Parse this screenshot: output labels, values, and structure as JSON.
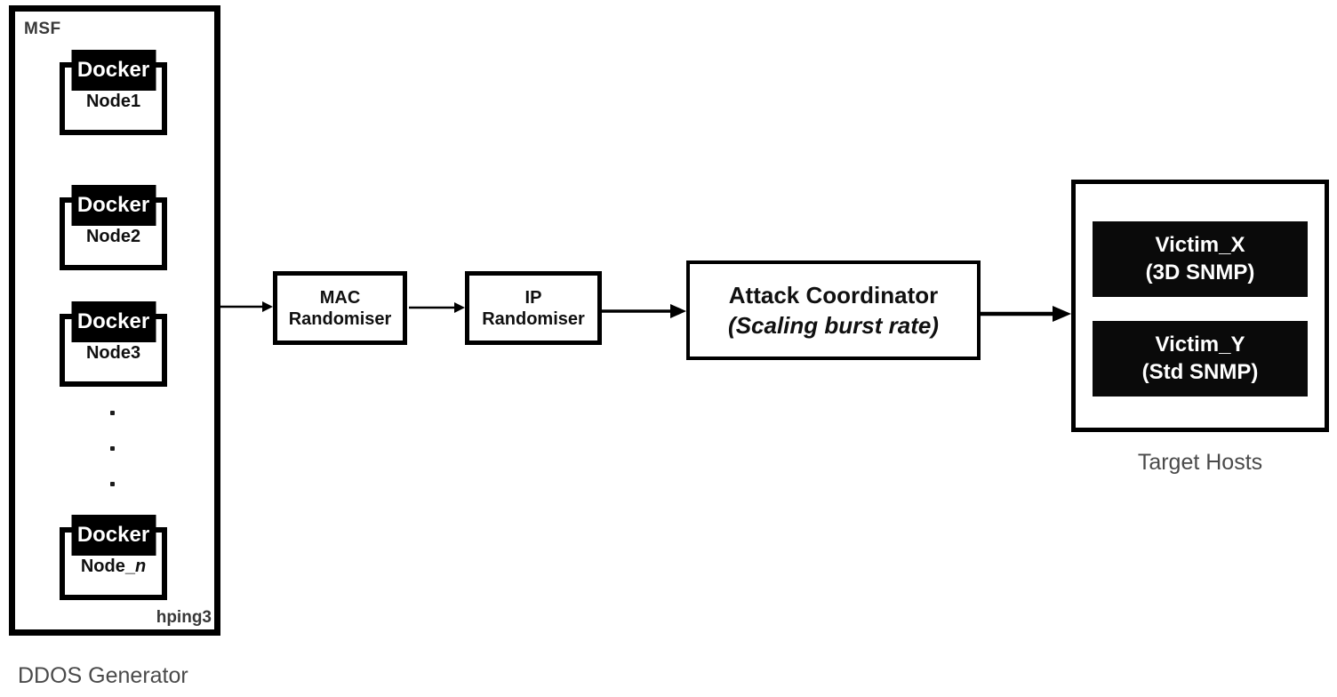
{
  "generator": {
    "title": "MSF",
    "tool": "hping3",
    "caption": "DDOS Generator",
    "nodes": [
      {
        "tab": "Docker",
        "name": "Node1",
        "name_italic": ""
      },
      {
        "tab": "Docker",
        "name": "Node2",
        "name_italic": ""
      },
      {
        "tab": "Docker",
        "name": "Node3",
        "name_italic": ""
      },
      {
        "tab": "Docker",
        "name": "Node_",
        "name_italic": "n"
      }
    ]
  },
  "pipeline": {
    "mac_randomiser": {
      "line1": "MAC",
      "line2": "Randomiser"
    },
    "ip_randomiser": {
      "line1": "IP",
      "line2": "Randomiser"
    },
    "attack_coordinator": {
      "line1": "Attack Coordinator",
      "line2": "(Scaling burst rate)"
    }
  },
  "targets": {
    "caption": "Target Hosts",
    "victims": [
      {
        "name": "Victim_X",
        "detail": "(3D SNMP)"
      },
      {
        "name": "Victim_Y",
        "detail": "(Std SNMP)"
      }
    ]
  },
  "colors": {
    "box_border": "#000000",
    "tab_background": "#000000",
    "tab_text": "#ffffff",
    "victim_background": "#0a0a0a",
    "victim_text": "#ffffff",
    "inner_label_text": "#383838",
    "caption_text": "#4a4a4a",
    "background": "#ffffff"
  }
}
